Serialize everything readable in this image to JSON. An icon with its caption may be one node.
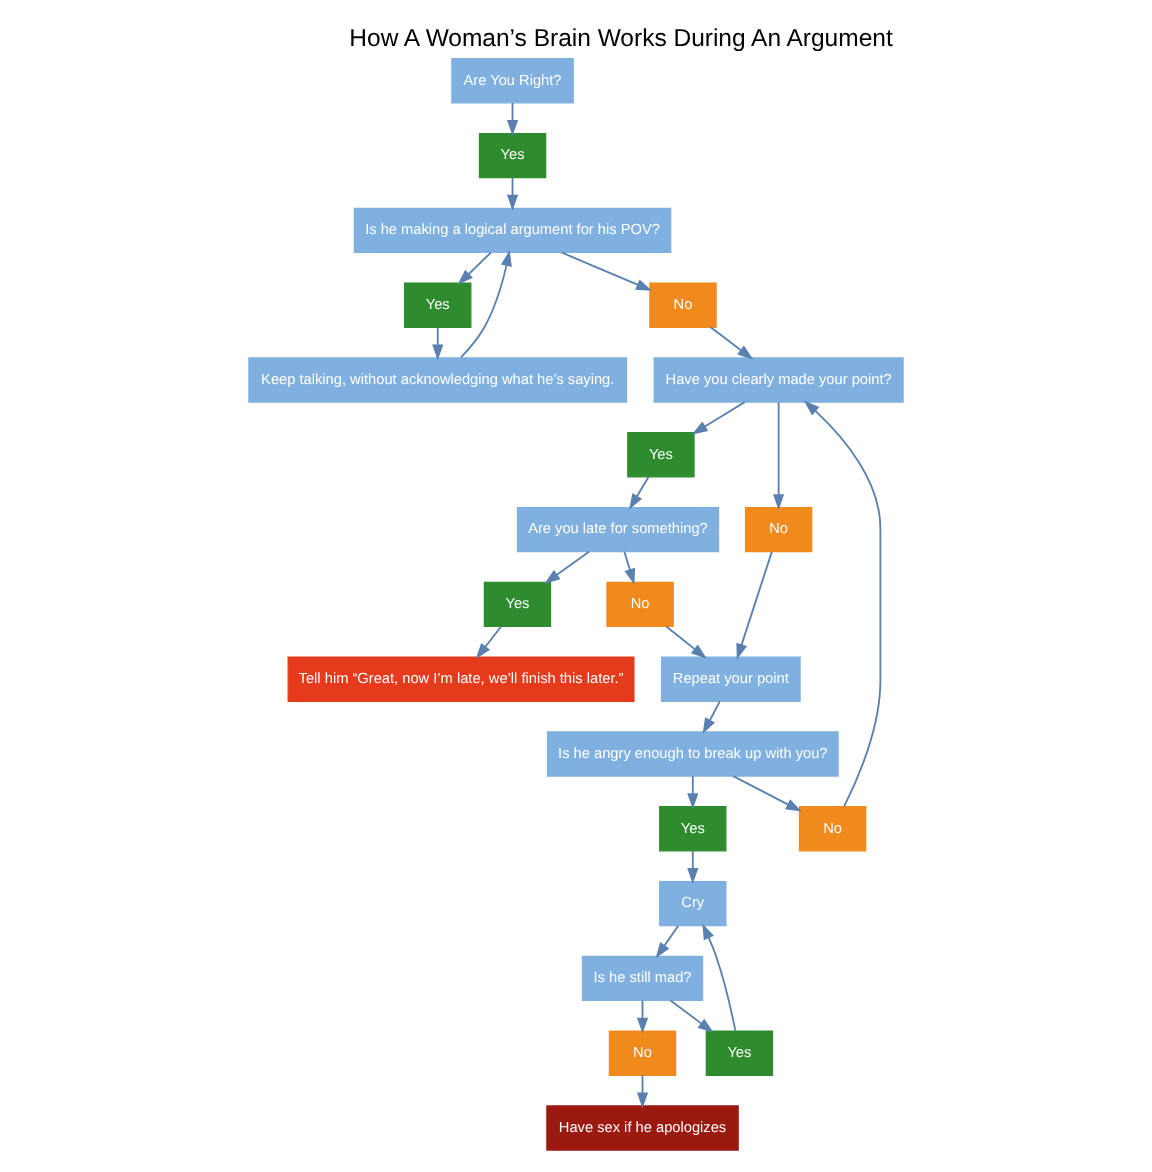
{
  "diagram": {
    "title": "How A Woman’s Brain Works During An Argument",
    "nodes": [
      {
        "text": [
          "Yes"
        ]
      },
      {
        "text": [
          "Are You Right?"
        ]
      },
      {
        "text": [
          "Is he making a logical argument for his POV?"
        ]
      },
      {
        "text": [
          "Yes"
        ]
      },
      {
        "text": [
          "No"
        ]
      },
      {
        "text": [
          "Have you clearly made your point?"
        ]
      },
      {
        "text": [
          "Keep talking, without acknowledging what he’s saying."
        ]
      },
      {
        "text": [
          "Yes"
        ]
      },
      {
        "text": [
          "No"
        ]
      },
      {
        "text": [
          "Are you late for something?"
        ]
      },
      {
        "text": [
          "Repeat your point"
        ]
      },
      {
        "text": [
          "Is he angry enough to break up with you?"
        ]
      },
      {
        "text": [
          "Tell him “Great, now I’m late, we’ll finish this later.”"
        ]
      },
      {
        "text": [
          "Yes"
        ]
      },
      {
        "text": [
          "No"
        ]
      },
      {
        "text": [
          "Is he still mad?"
        ]
      },
      {
        "text": [
          "Cry"
        ]
      },
      {
        "text": [
          "Yes"
        ]
      },
      {
        "text": [
          "No"
        ]
      },
      {
        "text": [
          "Have sex if he apologizes"
        ]
      },
      {
        "text": [
          "No"
        ]
      },
      {
        "text": [
          "Yes"
        ]
      }
    ],
    "edges": [
      {
        "from": 1,
        "to": 0,
        "arrow": "to"
      },
      {
        "from": 0,
        "to": 2,
        "arrow": "to"
      },
      {
        "from": 2,
        "to": 3,
        "arrow": "to"
      },
      {
        "from": 2,
        "to": 4,
        "arrow": "to"
      },
      {
        "from": 4,
        "to": 5,
        "arrow": "to"
      },
      {
        "from": 3,
        "to": 6,
        "arrow": "to"
      },
      {
        "from": 6,
        "to": 2,
        "arrow": "to"
      },
      {
        "from": 5,
        "to": 7,
        "arrow": "to"
      },
      {
        "from": 5,
        "to": 8,
        "arrow": "to"
      },
      {
        "from": 7,
        "to": 9,
        "arrow": "to"
      },
      {
        "from": 8,
        "to": 10,
        "arrow": "to"
      },
      {
        "from": 9,
        "to": 13,
        "arrow": "to"
      },
      {
        "from": 9,
        "to": 14,
        "arrow": "to"
      },
      {
        "from": 13,
        "to": 12,
        "arrow": "to"
      },
      {
        "from": 14,
        "to": 10,
        "arrow": "to"
      },
      {
        "from": 10,
        "to": 11,
        "arrow": "to"
      },
      {
        "from": 11,
        "to": 17,
        "arrow": "to"
      },
      {
        "from": 11,
        "to": 18,
        "arrow": "to"
      },
      {
        "from": 18,
        "to": 5,
        "arrow": "to"
      },
      {
        "from": 17,
        "to": 16,
        "arrow": "to"
      },
      {
        "from": 16,
        "to": 15,
        "arrow": "to"
      },
      {
        "from": 15,
        "to": 20,
        "arrow": "to"
      },
      {
        "from": 15,
        "to": 21,
        "arrow": "to"
      },
      {
        "from": 20,
        "to": 19,
        "arrow": "to"
      },
      {
        "from": 21,
        "to": 16,
        "arrow": "to"
      }
    ]
  }
}
